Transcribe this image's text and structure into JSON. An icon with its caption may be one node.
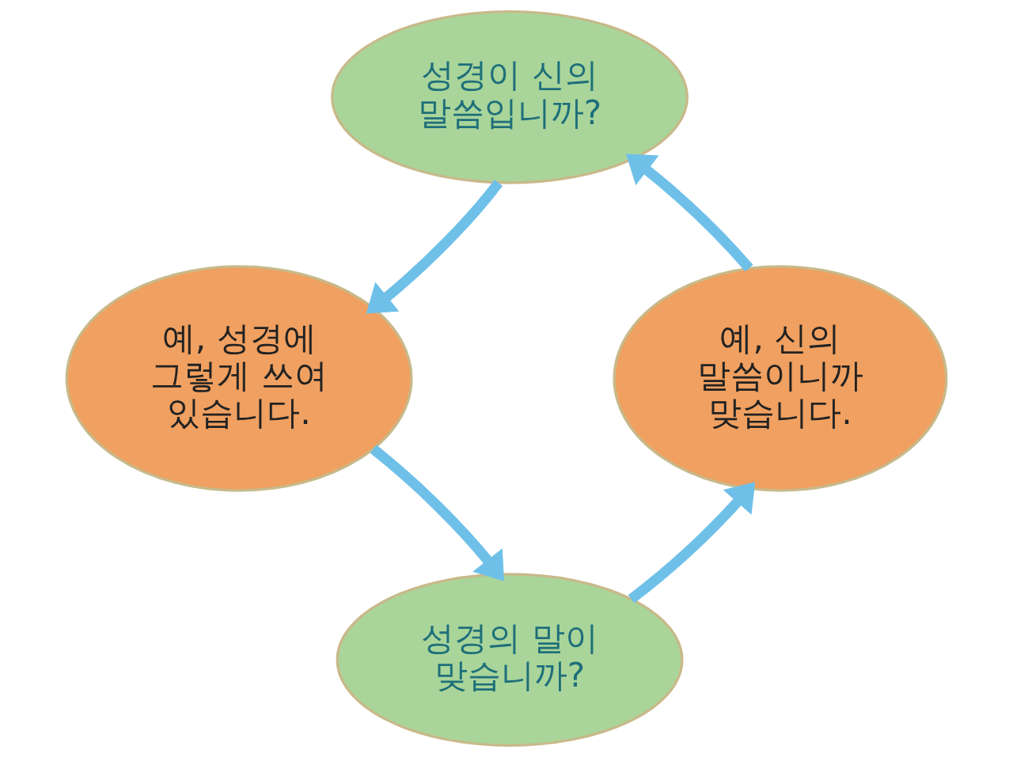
{
  "diagram": {
    "nodes": [
      {
        "text": [
          "성경이 신의 말씀입니까?"
        ]
      },
      {
        "text": [
          "예, 성경에 그렇게 쓰여 있습니다."
        ]
      },
      {
        "text": [
          "성경의 말이 맞습니까?"
        ]
      },
      {
        "text": [
          "예, 신의 말씀이니까 맞습니다."
        ]
      }
    ],
    "edges": [
      {
        "from": 0,
        "to": 1,
        "arrow": "to"
      },
      {
        "from": 1,
        "to": 2,
        "arrow": "to"
      },
      {
        "from": 2,
        "to": 3,
        "arrow": "to"
      },
      {
        "from": 3,
        "to": 0,
        "arrow": "to"
      }
    ]
  }
}
